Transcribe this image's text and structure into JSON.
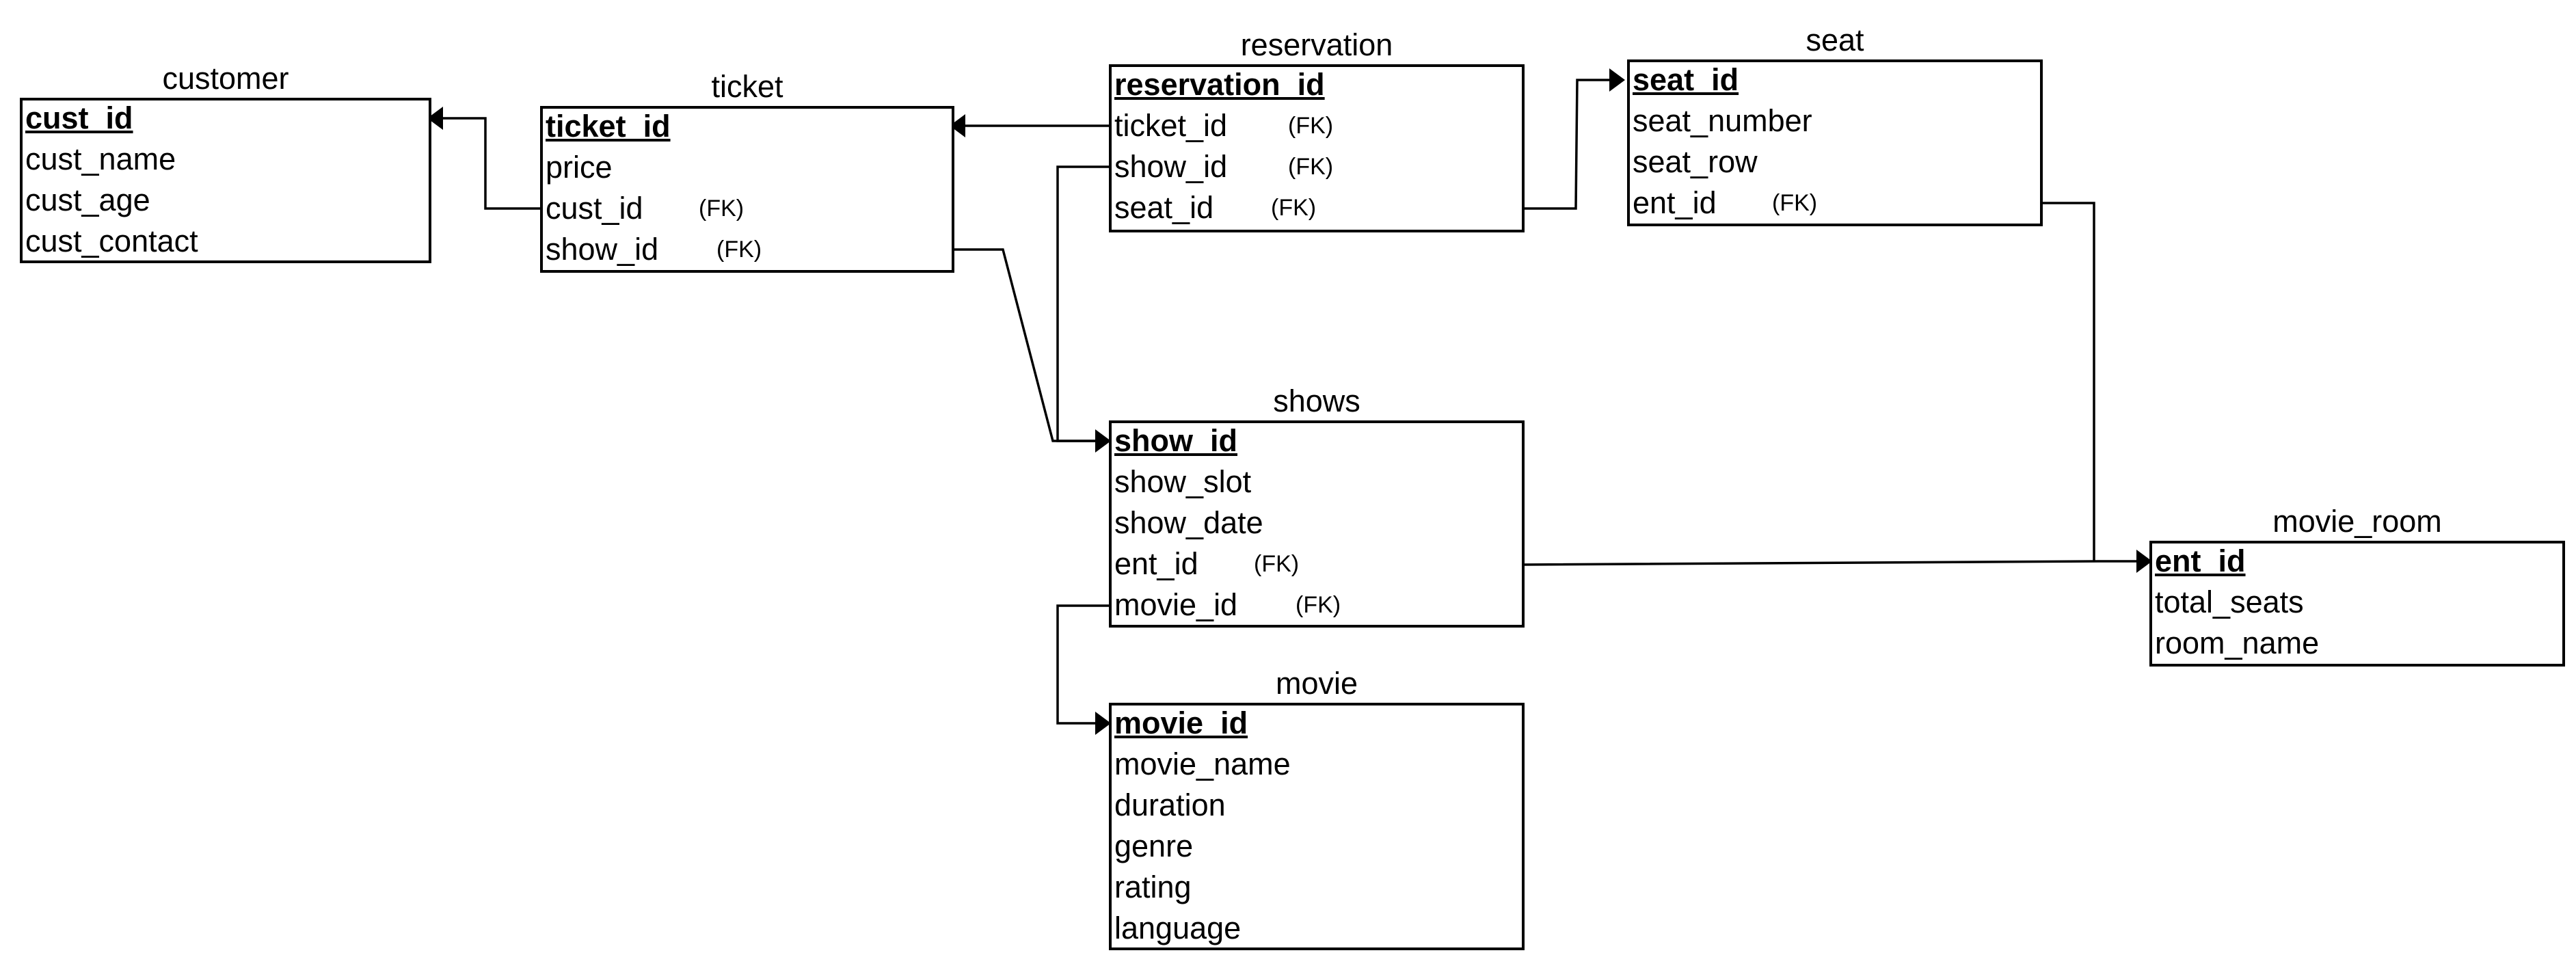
{
  "entities": {
    "customer": {
      "title": "customer",
      "pk": "cust_id",
      "attrs": [
        "cust_name",
        "cust_age",
        "cust_contact"
      ]
    },
    "ticket": {
      "title": "ticket",
      "pk": "ticket_id",
      "attrs": [
        "price",
        "cust_id",
        "show_id"
      ]
    },
    "reservation": {
      "title": "reservation",
      "pk": "reservation_id",
      "attrs": [
        "ticket_id",
        "show_id",
        "seat_id"
      ]
    },
    "seat": {
      "title": "seat",
      "pk": "seat_id",
      "attrs": [
        "seat_number",
        "seat_row",
        "ent_id"
      ]
    },
    "shows": {
      "title": "shows",
      "pk": "show_id",
      "attrs": [
        "show_slot",
        "show_date",
        "ent_id",
        "movie_id"
      ]
    },
    "movie": {
      "title": "movie",
      "pk": "movie_id",
      "attrs": [
        "movie_name",
        "duration",
        "genre",
        "rating",
        "language"
      ]
    },
    "movie_room": {
      "title": "movie_room",
      "pk": "ent_id",
      "attrs": [
        "total_seats",
        "room_name"
      ]
    }
  },
  "fk_label": "(FK)"
}
